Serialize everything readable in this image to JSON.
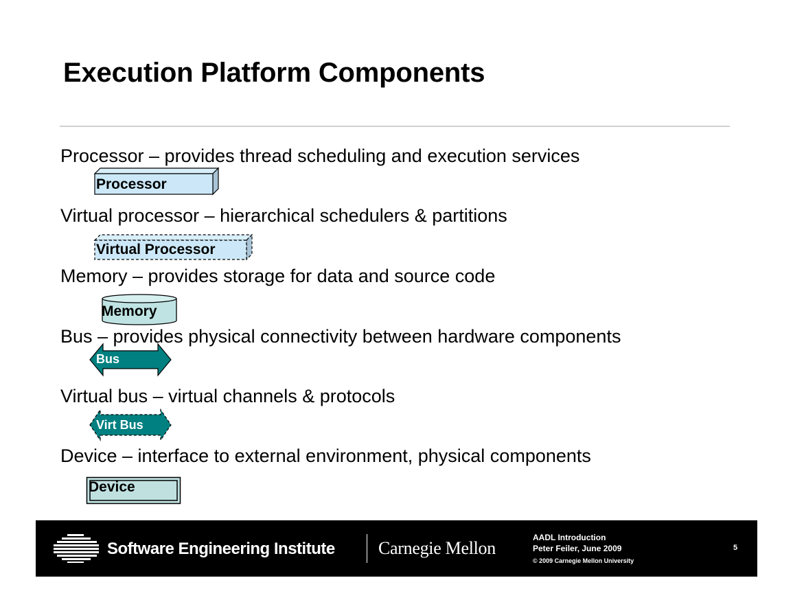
{
  "slide": {
    "title": "Execution Platform Components",
    "items": [
      {
        "text": "Processor – provides thread scheduling and execution services",
        "component_label": "Processor"
      },
      {
        "text": "Virtual processor – hierarchical schedulers & partitions",
        "component_label": "Virtual Processor"
      },
      {
        "text": "Memory – provides storage for data and source code",
        "component_label": "Memory"
      },
      {
        "text": "Bus – provides physical connectivity between hardware components",
        "component_label": "Bus"
      },
      {
        "text": "Virtual bus – virtual channels & protocols",
        "component_label": "Virt Bus"
      },
      {
        "text": "Device – interface to external environment, physical components",
        "component_label": "Device"
      }
    ]
  },
  "footer": {
    "institute": "Software Engineering Institute",
    "university": "Carnegie Mellon",
    "course": "AADL Introduction",
    "author_date": "Peter Feiler, June 2009",
    "copyright": "© 2009 Carnegie Mellon University",
    "page_number": "5"
  },
  "colors": {
    "processor_fill": "#cce8f8",
    "memory_fill": "#bfe3e3",
    "bus_fill": "#008080",
    "device_fill": "#c0e0e0",
    "footer_bg": "#000000"
  },
  "icons": [
    "sei-logo-icon"
  ]
}
